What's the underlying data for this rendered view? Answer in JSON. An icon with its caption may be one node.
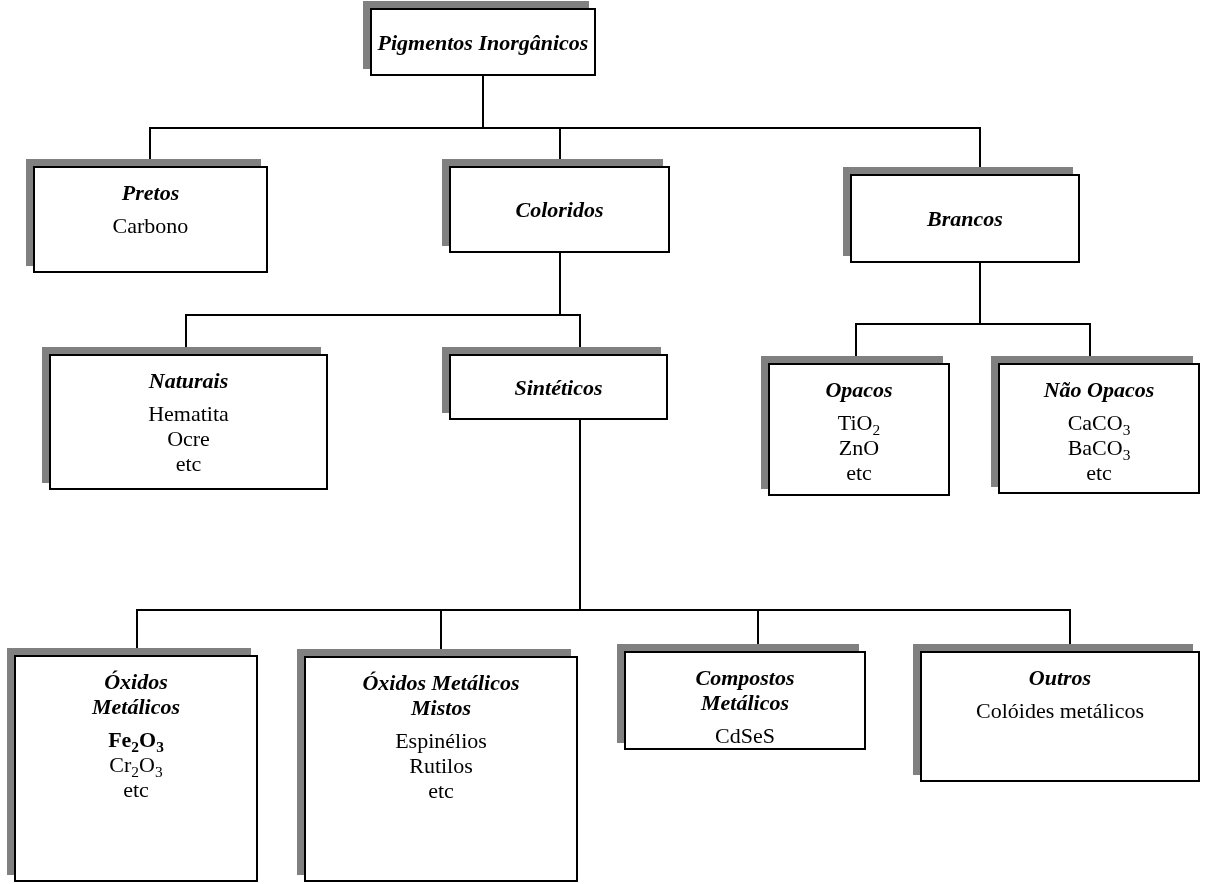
{
  "diagram": {
    "nodes": [
      {
        "text": [
          "Pigmentos Inorgânicos"
        ]
      },
      {
        "text": [
          "Pretos",
          "Carbono"
        ]
      },
      {
        "text": [
          "Coloridos"
        ]
      },
      {
        "text": [
          "Brancos"
        ]
      },
      {
        "text": [
          "Naturais",
          "Hematita",
          "Ocre",
          "etc"
        ]
      },
      {
        "text": [
          "Sintéticos"
        ]
      },
      {
        "text": [
          "Opacos",
          "TiO$_{2}$",
          "ZnO",
          "etc"
        ]
      },
      {
        "text": [
          "Não Opacos",
          "CaCO$_{3}$",
          "BaCO$_{3}$",
          "etc"
        ]
      },
      {
        "text": [
          "Óxidos Metálicos",
          "**Fe$_{2}$O$_{3}$**",
          "Cr$_{2}$O$_{3}$",
          "etc"
        ]
      },
      {
        "text": [
          "Óxidos Metálicos Mistos",
          "Espinélios",
          "Rutilos",
          "etc"
        ]
      },
      {
        "text": [
          "Compostos Metálicos",
          "CdSeS"
        ]
      },
      {
        "text": [
          "Outros",
          "Colóides metálicos"
        ]
      }
    ],
    "edges": [
      {
        "from": 0,
        "to": 1,
        "arrow": "none"
      },
      {
        "from": 0,
        "to": 2,
        "arrow": "none"
      },
      {
        "from": 0,
        "to": 3,
        "arrow": "none"
      },
      {
        "from": 2,
        "to": 4,
        "arrow": "none"
      },
      {
        "from": 2,
        "to": 5,
        "arrow": "none"
      },
      {
        "from": 3,
        "to": 6,
        "arrow": "none"
      },
      {
        "from": 3,
        "to": 7,
        "arrow": "none"
      },
      {
        "from": 5,
        "to": 8,
        "arrow": "none"
      },
      {
        "from": 5,
        "to": 9,
        "arrow": "none"
      },
      {
        "from": 5,
        "to": 10,
        "arrow": "none"
      },
      {
        "from": 5,
        "to": 11,
        "arrow": "none"
      }
    ]
  }
}
